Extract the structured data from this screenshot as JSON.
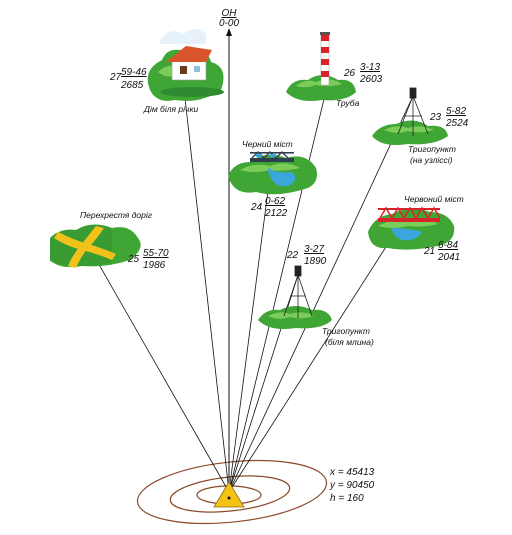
{
  "north": {
    "label": "ОН",
    "value": "0-00"
  },
  "observer": {
    "x": "x = 45413",
    "y": "y = 90450",
    "h": "h = 160"
  },
  "landmarks": [
    {
      "n": "27",
      "angle": "59-46",
      "dist": "2685",
      "name": "Дім біля річки",
      "name2": "",
      "icon": "house-icon"
    },
    {
      "n": "26",
      "angle": "3-13",
      "dist": "2603",
      "name": "Труба",
      "name2": "",
      "icon": "chimney-icon"
    },
    {
      "n": "23",
      "angle": "5-82",
      "dist": "2524",
      "name": "Тригопункт",
      "name2": "(на узліссі)",
      "icon": "trig-point-icon"
    },
    {
      "n": "24",
      "angle": "0-62",
      "dist": "2122",
      "name": "Черний міст",
      "name2": "",
      "icon": "black-bridge-icon"
    },
    {
      "n": "25",
      "angle": "55-70",
      "dist": "1986",
      "name": "Перехрестя доріг",
      "name2": "",
      "icon": "crossroads-icon"
    },
    {
      "n": "22",
      "angle": "3-27",
      "dist": "1890",
      "name": "Тригопункт",
      "name2": "(біля млина)",
      "icon": "trig-point-icon"
    },
    {
      "n": "21",
      "angle": "6-84",
      "dist": "2041",
      "name": "Червоний міст",
      "name2": "",
      "icon": "red-bridge-icon"
    }
  ],
  "colors": {
    "grass": "#3fa535",
    "grass_light": "#7ccc5a",
    "river": "#3aa6dc",
    "road": "#f2c21b",
    "house_roof": "#d9532b",
    "bridge_red": "#d8232a",
    "bridge_dark": "#2f3e4f",
    "contour": "#8b4a2b",
    "observer": "#f3c316"
  }
}
